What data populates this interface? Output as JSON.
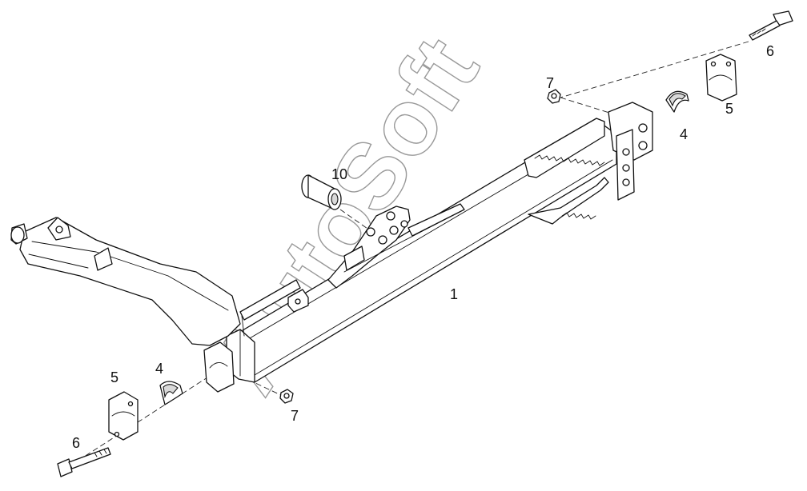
{
  "header_mark": "",
  "watermark": "AutoSoft",
  "callouts": {
    "frame": "1",
    "bushing_right": "4",
    "bushing_left": "4",
    "clamp_right": "5",
    "clamp_left": "5",
    "bolt_right": "6",
    "bolt_left": "6",
    "nut_right": "7",
    "nut_left": "7",
    "sleeve": "10"
  }
}
